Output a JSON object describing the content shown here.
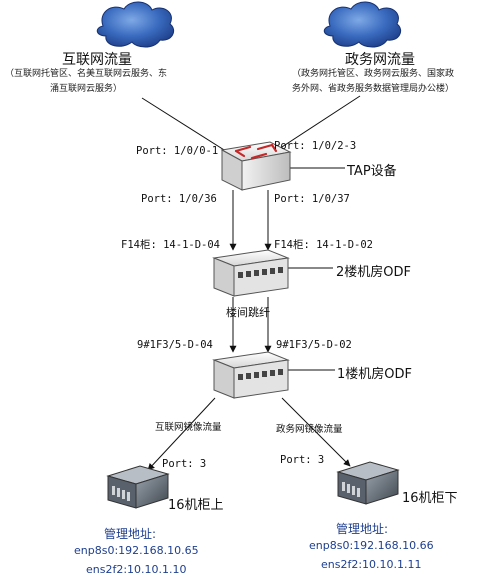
{
  "internet": {
    "title": "互联网流量",
    "desc_line1": "（互联网托管区、名美互联网云服务、东",
    "desc_line2": "涌互联网云服务）"
  },
  "gov": {
    "title": "政务网流量",
    "desc_line1": "（政务网托管区、政务网云服务、国家政",
    "desc_line2": "务外网、省政务服务数据管理局办公楼）"
  },
  "tap": {
    "label": "TAP设备",
    "port_in_left": "Port: 1/0/0-1",
    "port_in_right": "Port: 1/0/2-3",
    "port_out_left": "Port: 1/0/36",
    "port_out_right": "Port: 1/0/37"
  },
  "odf2": {
    "label": "2楼机房ODF",
    "port_left": "F14柜: 14-1-D-04",
    "port_right": "F14柜: 14-1-D-02"
  },
  "jumper": "楼间跳纤",
  "odf1": {
    "label": "1楼机房ODF",
    "port_left": "9#1F3/5-D-04",
    "port_right": "9#1F3/5-D-02"
  },
  "flows": {
    "internet_mirror": "互联网镜像流量",
    "gov_mirror": "政务网镜像流量"
  },
  "server_left": {
    "port": "Port: 3",
    "label": "16机柜上",
    "mgmt_title": "管理地址:",
    "addr1": "enp8s0:192.168.10.65",
    "addr2": "ens2f2:10.10.1.10"
  },
  "server_right": {
    "port": "Port: 3",
    "label": "16机柜下",
    "mgmt_title": "管理地址:",
    "addr1": "enp8s0:192.168.10.66",
    "addr2": "ens2f2:10.10.1.11"
  },
  "colors": {
    "cloud_dark": "#1e3f8a",
    "cloud_light": "#5c8fd6",
    "device_fill": "#e8e8e8",
    "odf_fill": "#d9d9d9",
    "tap_accent": "#c62828",
    "text_blue": "#1f3f8f"
  }
}
